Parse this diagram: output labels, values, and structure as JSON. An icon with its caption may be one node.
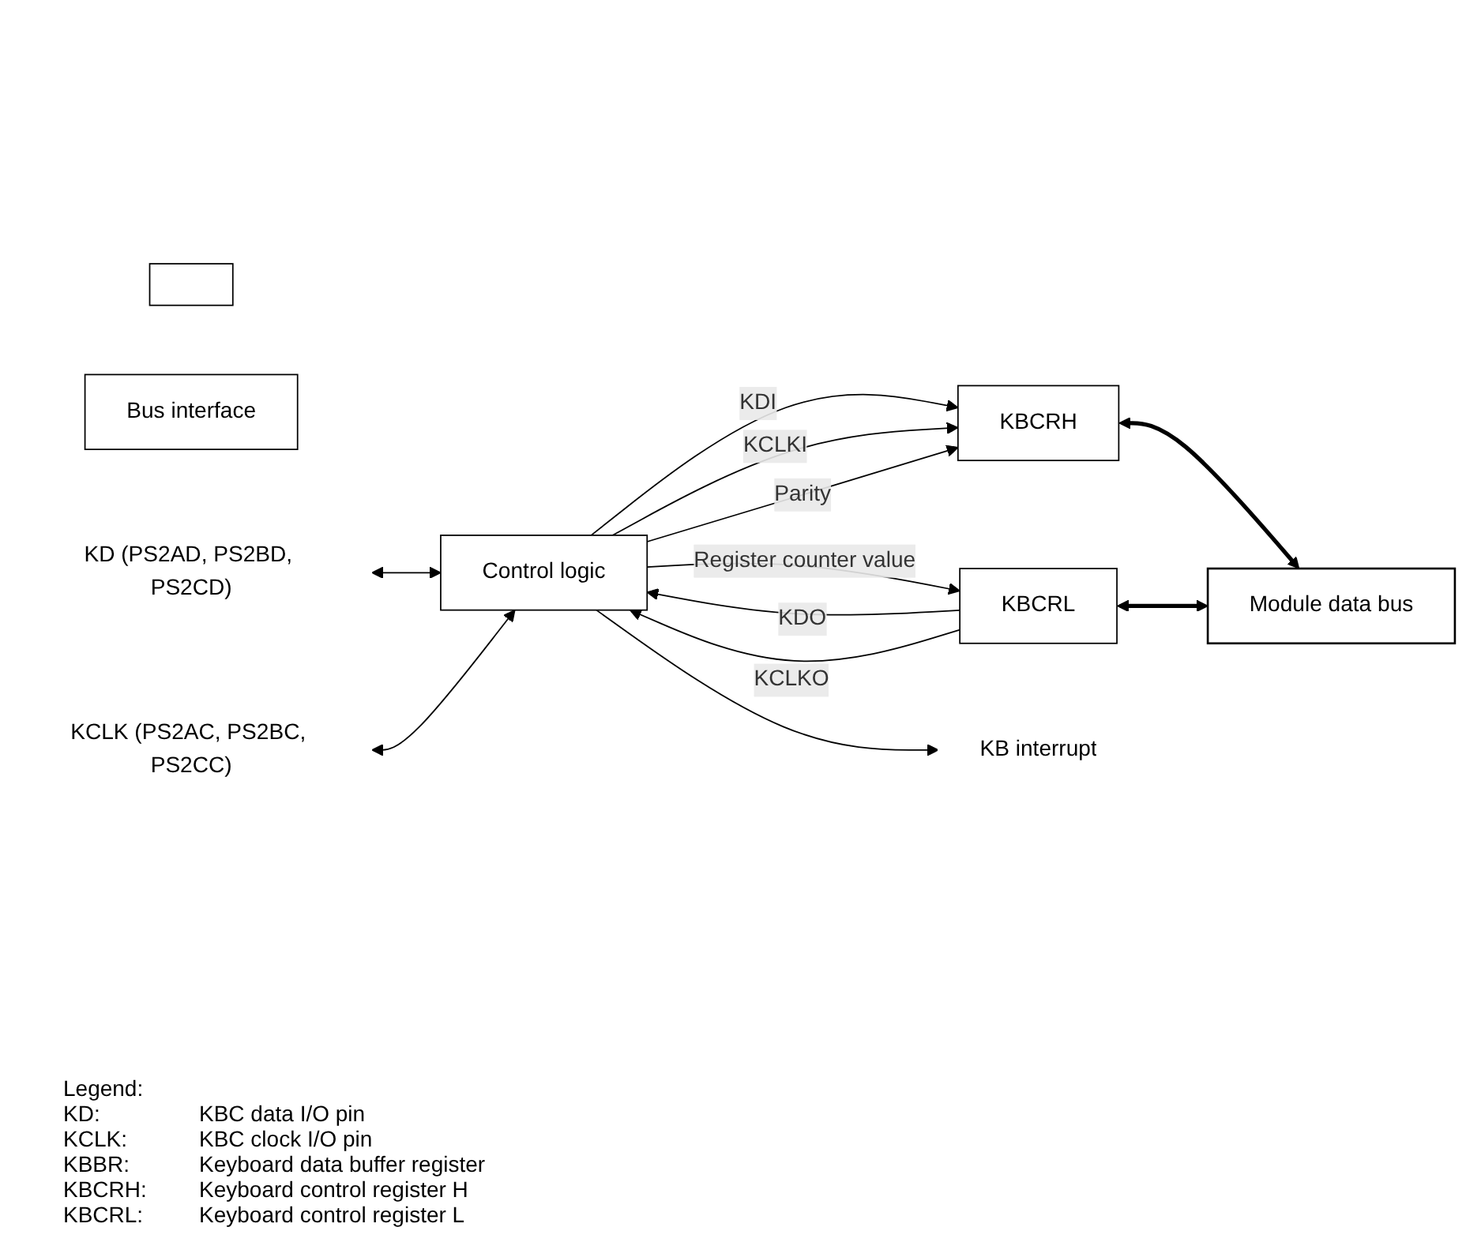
{
  "diagram": {
    "nodes": [
      {
        "text": [
          "Control logic"
        ]
      },
      {
        "text": [],
        "shape": "box"
      },
      {
        "text": [
          "KBCRH"
        ]
      },
      {
        "text": [
          "KBCRL"
        ]
      },
      {
        "text": [
          "Module data bus"
        ]
      },
      {
        "text": [
          "Bus interface"
        ]
      },
      {
        "text": [
          "KD (PS2AD, PS2BD, PS2CD)"
        ]
      },
      {
        "text": [
          "KCLK (PS2AC, PS2BC, PS2CC)"
        ]
      },
      {
        "text": [
          "KB interrupt"
        ]
      }
    ],
    "edges": [
      {
        "from": 6,
        "to": 0,
        "arrow": "both"
      },
      {
        "from": 7,
        "to": 0,
        "arrow": "both"
      },
      {
        "from": 0,
        "to": 2,
        "label": "KDI",
        "arrow": "to"
      },
      {
        "from": 0,
        "to": 2,
        "label": "KCLKI",
        "arrow": "to"
      },
      {
        "from": 0,
        "to": 2,
        "label": "Parity",
        "arrow": "to"
      },
      {
        "from": 3,
        "to": 0,
        "label": "KDO",
        "arrow": "to"
      },
      {
        "from": 3,
        "to": 0,
        "label": "KCLKO",
        "arrow": "to"
      },
      {
        "from": 0,
        "to": 3,
        "label": "Register counter value",
        "arrow": "to"
      },
      {
        "from": 0,
        "to": 8,
        "arrow": "to"
      },
      {
        "from": 2,
        "to": 4,
        "arrow": "both",
        "style": "thick"
      },
      {
        "from": 3,
        "to": 4,
        "arrow": "both",
        "style": "thick"
      }
    ],
    "labels": [
      "Legend:",
      "KD:",
      "KBC data I/O pin",
      "KCLK:",
      "KBC clock I/O pin",
      "KBBR:",
      "Keyboard data buffer register",
      "KBCRH:",
      "Keyboard control register H",
      "KBCRL:",
      "Keyboard control register L"
    ]
  }
}
